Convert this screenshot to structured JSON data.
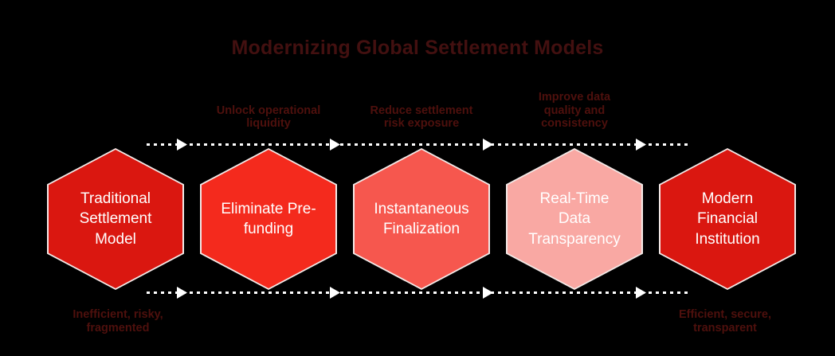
{
  "title": "Modernizing Global Settlement Models",
  "colors": {
    "background": "#000000",
    "title_text": "#431010",
    "annotation_text": "#4e100d",
    "arrow_line": "#ffffff",
    "hexagon_border": "#f3e9e7",
    "hexagon_text": "#ffffff"
  },
  "steps": [
    {
      "label": "Unlock operational\nliquidity"
    },
    {
      "label": "Reduce settlement\nrisk exposure"
    },
    {
      "label": "Improve data\nquality and\nconsistency"
    }
  ],
  "hexagons": [
    {
      "label": "Traditional\nSettlement\nModel",
      "color": "#da1710"
    },
    {
      "label": "Eliminate Pre-\nfunding",
      "color": "#f42a1d"
    },
    {
      "label": "Instantaneous\nFinalization",
      "color": "#f6574e"
    },
    {
      "label": "Real-Time\nData\nTransparency",
      "color": "#f9a8a3"
    },
    {
      "label": "Modern\nFinancial\nInstitution",
      "color": "#da1710"
    }
  ],
  "captions": {
    "left": "Inefficient, risky,\nfragmented",
    "right": "Efficient, secure,\ntransparent"
  }
}
